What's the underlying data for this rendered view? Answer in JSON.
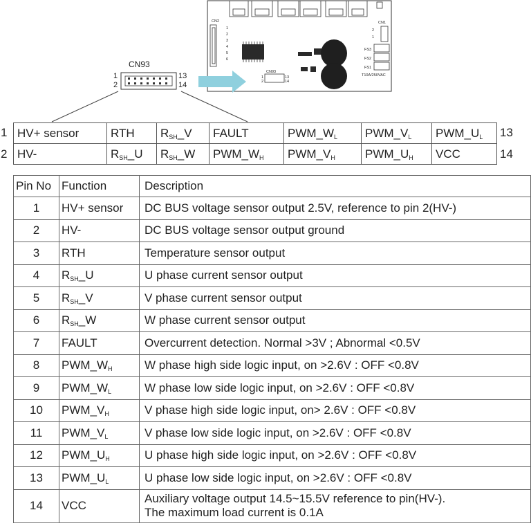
{
  "board": {
    "labels": {
      "cn2": "CN2",
      "cn1": "CN1",
      "cn93": "CN93",
      "fs3": "FS3",
      "fs2": "FS2",
      "fs1": "FS1",
      "fuse_rating": "T10A/250VAC",
      "cn2_pins": [
        "1",
        "2",
        "3",
        "4",
        "5",
        "6"
      ],
      "cn1_pins": [
        "2",
        "1"
      ],
      "cn93_pin_left": [
        "1",
        "2"
      ],
      "cn93_pin_right": [
        "13",
        "14"
      ]
    }
  },
  "connector": {
    "label": "CN93",
    "pin_1": "1",
    "pin_2": "2",
    "pin_13": "13",
    "pin_14": "14"
  },
  "pin_grid": {
    "left_numbers": [
      "1",
      "2"
    ],
    "right_numbers": [
      "13",
      "14"
    ],
    "rows": [
      [
        {
          "main": "HV+ sensor",
          "sub": ""
        },
        {
          "main": "RTH",
          "sub": ""
        },
        {
          "main": "R",
          "sub": "SH",
          "after": "_V"
        },
        {
          "main": "FAULT",
          "sub": ""
        },
        {
          "main": "PWM_W",
          "sub": "L"
        },
        {
          "main": "PWM_V",
          "sub": "L"
        },
        {
          "main": "PWM_U",
          "sub": "L"
        }
      ],
      [
        {
          "main": "HV-",
          "sub": ""
        },
        {
          "main": "R",
          "sub": "SH",
          "after": "_U"
        },
        {
          "main": "R",
          "sub": "SH",
          "after": "_W"
        },
        {
          "main": "PWM_W",
          "sub": "H"
        },
        {
          "main": "PWM_V",
          "sub": "H"
        },
        {
          "main": "PWM_U",
          "sub": "H"
        },
        {
          "main": "VCC",
          "sub": ""
        }
      ]
    ]
  },
  "table": {
    "headers": {
      "pin": "Pin No",
      "function": "Function",
      "description": "Description"
    },
    "rows": [
      {
        "pin": "1",
        "func": "HV+ sensor",
        "sub": "",
        "after": "",
        "desc": "DC BUS voltage sensor output 2.5V, reference to pin  2(HV-)"
      },
      {
        "pin": "2",
        "func": "HV-",
        "sub": "",
        "after": "",
        "desc": "DC BUS voltage sensor output ground"
      },
      {
        "pin": "3",
        "func": "RTH",
        "sub": "",
        "after": "",
        "desc": "Temperature sensor output"
      },
      {
        "pin": "4",
        "func": "R",
        "sub": "SH",
        "after": "_U",
        "desc": "U phase current sensor output"
      },
      {
        "pin": "5",
        "func": "R",
        "sub": "SH",
        "after": "_V",
        "desc": "V phase current sensor output"
      },
      {
        "pin": "6",
        "func": "R",
        "sub": "SH",
        "after": "_W",
        "desc": "W phase current sensor output"
      },
      {
        "pin": "7",
        "func": "FAULT",
        "sub": "",
        "after": "",
        "desc": "Overcurrent detection. Normal >3V ; Abnormal <0.5V"
      },
      {
        "pin": "8",
        "func": "PWM_W",
        "sub": "H",
        "after": "",
        "desc": "W phase high side logic input, on >2.6V : OFF <0.8V"
      },
      {
        "pin": "9",
        "func": "PWM_W",
        "sub": "L",
        "after": "",
        "desc": "W phase low side logic input, on >2.6V : OFF <0.8V"
      },
      {
        "pin": "10",
        "func": "PWM_V",
        "sub": "H",
        "after": "",
        "desc": "V phase high side logic input, on> 2.6V : OFF <0.8V"
      },
      {
        "pin": "11",
        "func": "PWM_V",
        "sub": "L",
        "after": "",
        "desc": "V phase low side logic input, on >2.6V : OFF <0.8V"
      },
      {
        "pin": "12",
        "func": "PWM_U",
        "sub": "H",
        "after": "",
        "desc": "U phase high side logic input, on >2.6V : OFF <0.8V"
      },
      {
        "pin": "13",
        "func": "PWM_U",
        "sub": "L",
        "after": "",
        "desc": "U phase low side logic input, on >2.6V : OFF <0.8V"
      },
      {
        "pin": "14",
        "func": "VCC",
        "sub": "",
        "after": "",
        "desc": "Auxiliary voltage output 14.5~15.5V reference to pin(HV-).\nThe maximum load current is 0.1A"
      }
    ]
  },
  "colors": {
    "arrow": "#8fd0de",
    "line": "#444"
  }
}
